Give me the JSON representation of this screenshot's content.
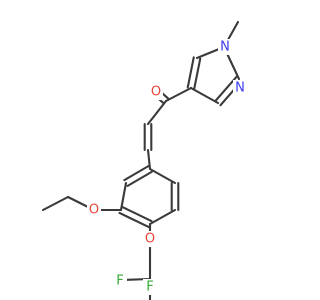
{
  "colors": {
    "bond": "#3a3a3a",
    "oxygen": "#e8453c",
    "nitrogen": "#3a3af0",
    "fluorine": "#33aa33",
    "background": "#ffffff"
  },
  "atoms": [
    {
      "id": "o_carbonyl",
      "text": "O",
      "element": "oxygen"
    },
    {
      "id": "n_ring_1",
      "text": "N",
      "element": "nitrogen"
    },
    {
      "id": "n_ring_2",
      "text": "N",
      "element": "nitrogen"
    },
    {
      "id": "o_ethoxy",
      "text": "O",
      "element": "oxygen"
    },
    {
      "id": "o_difluoromethoxy",
      "text": "O",
      "element": "oxygen"
    },
    {
      "id": "f_1",
      "text": "F",
      "element": "fluorine"
    },
    {
      "id": "f_2",
      "text": "F",
      "element": "fluorine"
    }
  ]
}
